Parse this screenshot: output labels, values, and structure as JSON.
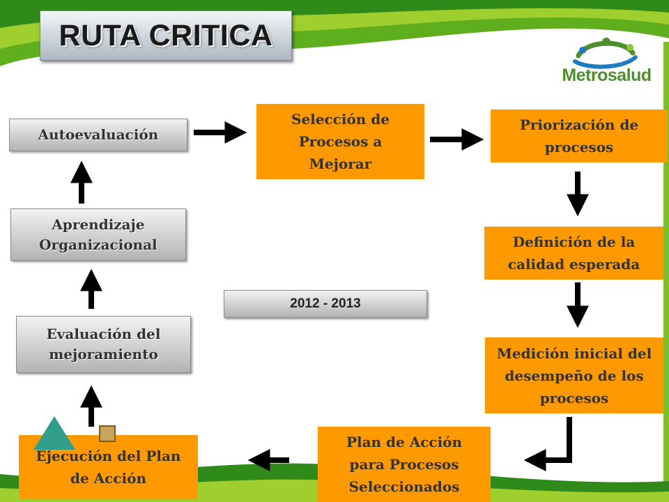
{
  "slide": {
    "title": "RUTA CRITICA",
    "logo_text": "Metrosalud",
    "year_range": "2012 - 2013"
  },
  "steps": {
    "autoevaluacion": "Autoevaluación",
    "seleccion": "Selección de Procesos a Mejorar",
    "priorizacion": "Priorización de procesos",
    "definicion": "Definición de la calidad esperada",
    "medicion": "Medición inicial del desempeño de los procesos",
    "plan": "Plan de Acción para Procesos Seleccionados",
    "ejecucion": "Ejecución del Plan de Acción",
    "evaluacion": "Evaluación del mejoramiento",
    "aprendizaje": "Aprendizaje Organizacional"
  },
  "colors": {
    "orange": "#ff9900",
    "green_light": "#9fcf2e",
    "green_dark": "#2f8a1a",
    "logo_green": "#4d8f2c",
    "logo_blue": "#1e7cc0"
  }
}
